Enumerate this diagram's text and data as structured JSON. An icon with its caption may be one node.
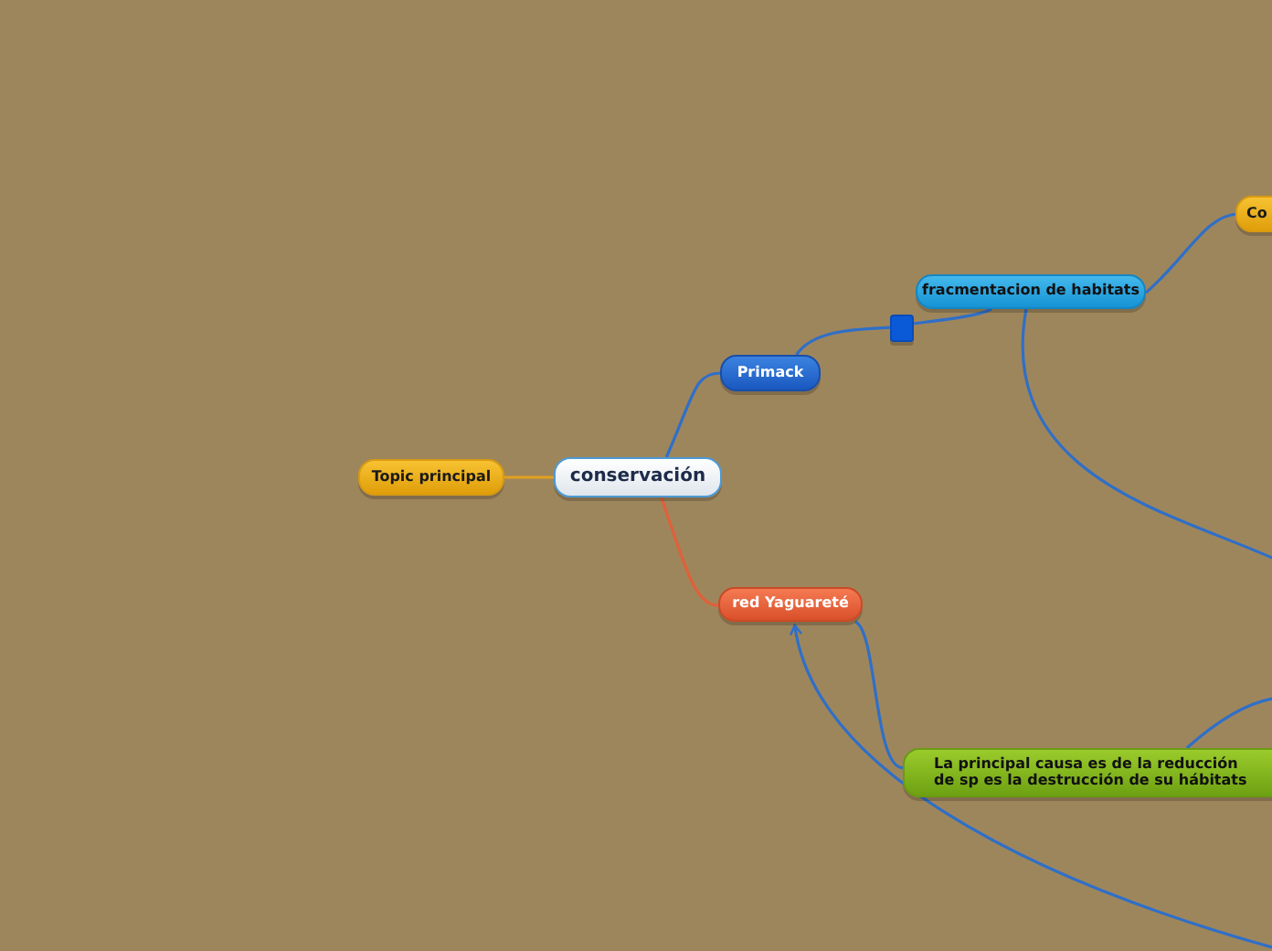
{
  "diagram": {
    "nodes": [
      {
        "text": [
          "conservación"
        ]
      },
      {
        "text": [
          "Topic principal"
        ]
      },
      {
        "text": [
          "Primack"
        ]
      },
      {
        "text": [],
        "shape": "box"
      },
      {
        "text": [
          "fracmentacion de habitats"
        ]
      },
      {
        "text": [
          "Co"
        ]
      },
      {
        "text": [
          "red Yaguareté"
        ]
      },
      {
        "text": [
          "La principal causa es de la reducción de sp es la destrucción de su hábitats"
        ]
      }
    ],
    "edges": [
      {
        "from": 0,
        "to": 1,
        "arrow": "none",
        "color": "#e0a020"
      },
      {
        "from": 0,
        "to": 2,
        "arrow": "none"
      },
      {
        "from": 2,
        "to": 3,
        "arrow": "none"
      },
      {
        "from": 3,
        "to": 4,
        "arrow": "none"
      },
      {
        "from": 4,
        "to": 5,
        "arrow": "none"
      },
      {
        "from": 4,
        "to": null,
        "arrow": "none"
      },
      {
        "from": 0,
        "to": 6,
        "arrow": "none",
        "color": "#e0603a"
      },
      {
        "from": 6,
        "to": 7,
        "arrow": "none"
      },
      {
        "from": 7,
        "to": null,
        "arrow": "none"
      },
      {
        "from": null,
        "to": 6,
        "arrow": "to"
      }
    ]
  }
}
